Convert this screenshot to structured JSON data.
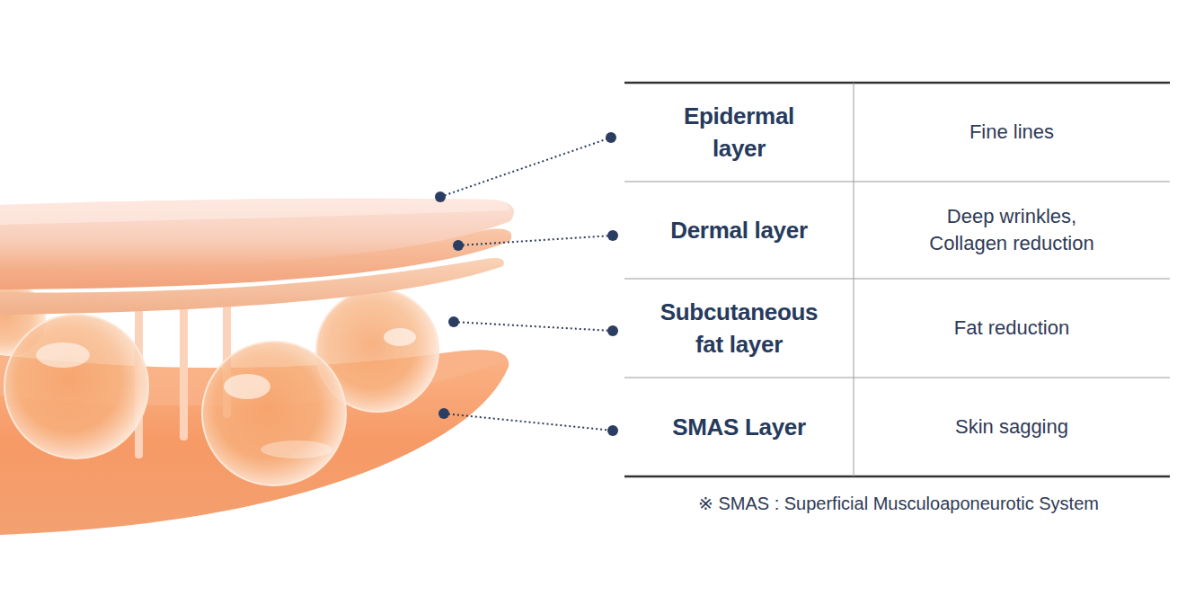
{
  "diagram": {
    "labels": [
      "Epidermal layer",
      "Fine lines",
      "Dermal layer",
      "Deep wrinkles, Collagen reduction",
      "Subcutaneous fat layer",
      "Fat reduction",
      "SMAS Layer",
      "Skin sagging",
      "※ SMAS : Superficial Musculoaponeurotic System"
    ]
  }
}
